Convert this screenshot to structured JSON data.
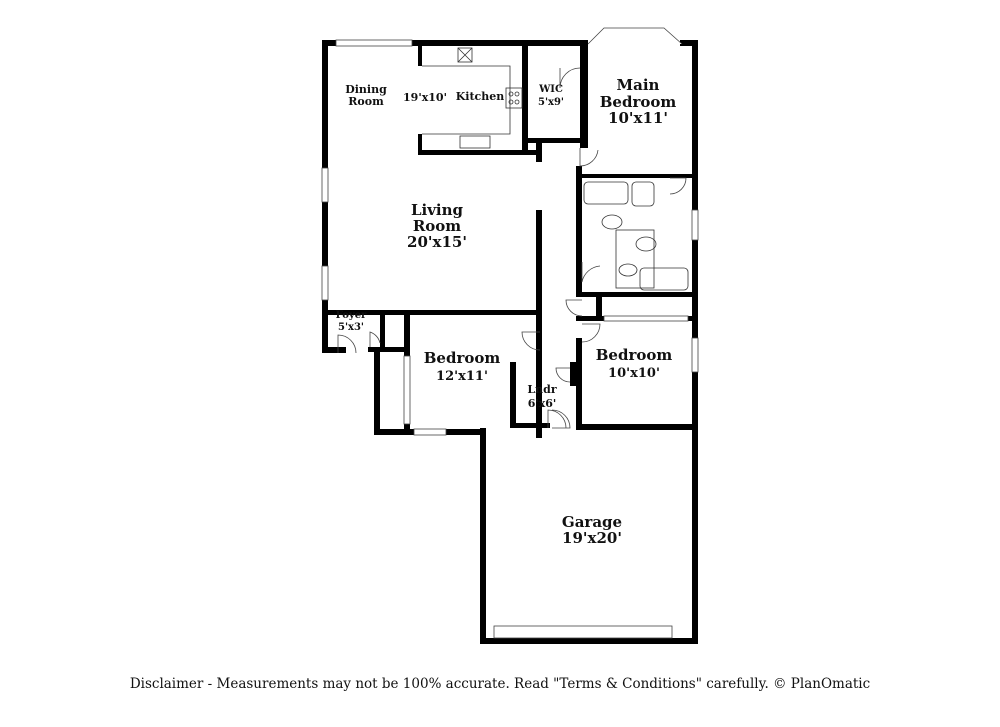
{
  "rooms": {
    "dining": {
      "name": "Dining",
      "name2": "Room"
    },
    "kitchen": {
      "name": "Kitchen",
      "size": "19'x10'"
    },
    "wic": {
      "name": "WIC",
      "size": "5'x9'"
    },
    "main_bedroom": {
      "name": "Main",
      "name2": "Bedroom",
      "size": "10'x11'"
    },
    "living": {
      "name": "Living",
      "name2": "Room",
      "size": "20'x15'"
    },
    "foyer": {
      "name": "Foyer",
      "size": "5'x3'"
    },
    "bedroom_left": {
      "name": "Bedroom",
      "size": "12'x11'"
    },
    "laundry": {
      "name": "Lndr",
      "size": "6'x6'"
    },
    "bedroom_right": {
      "name": "Bedroom",
      "size": "10'x10'"
    },
    "garage": {
      "name": "Garage",
      "size": "19'x20'"
    }
  },
  "disclaimer": "Disclaimer - Measurements may not be 100% accurate. Read \"Terms & Conditions\" carefully. © PlanOmatic"
}
